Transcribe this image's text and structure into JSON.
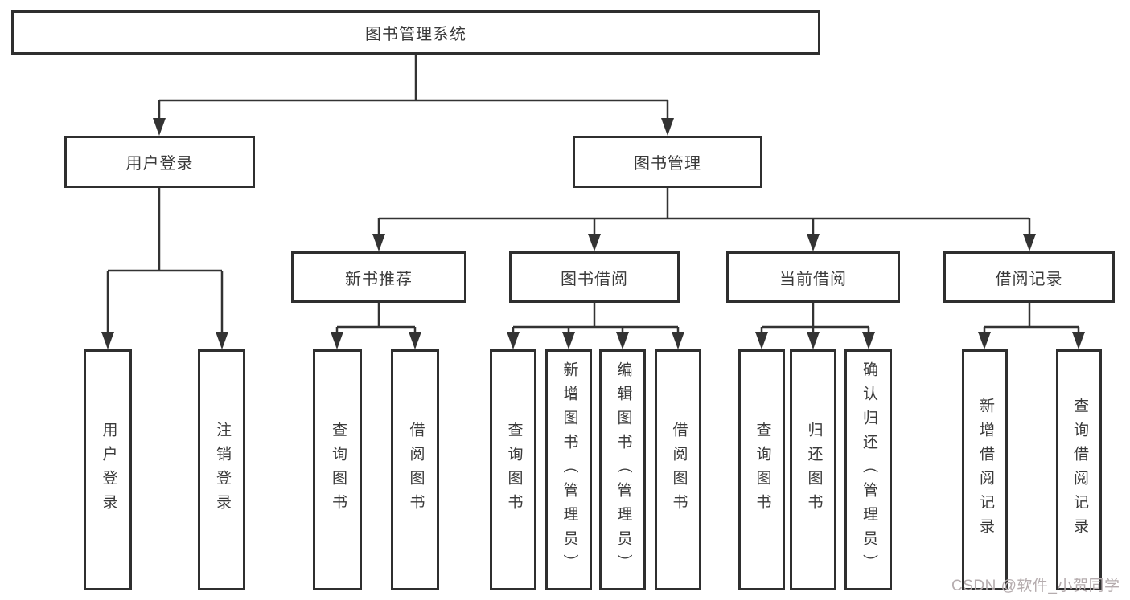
{
  "diagram": {
    "root": {
      "label": "图书管理系统"
    },
    "branches": [
      {
        "label": "用户登录",
        "children": [
          {
            "label": "用户登录"
          },
          {
            "label": "注销登录"
          }
        ]
      },
      {
        "label": "图书管理",
        "children": [
          {
            "label": "新书推荐",
            "children": [
              {
                "label": "查询图书"
              },
              {
                "label": "借阅图书"
              }
            ]
          },
          {
            "label": "图书借阅",
            "children": [
              {
                "label": "查询图书"
              },
              {
                "label": "新增图书（管理员）"
              },
              {
                "label": "编辑图书（管理员）"
              },
              {
                "label": "借阅图书"
              }
            ]
          },
          {
            "label": "当前借阅",
            "children": [
              {
                "label": "查询图书"
              },
              {
                "label": "归还图书"
              },
              {
                "label": "确认归还（管理员）"
              }
            ]
          },
          {
            "label": "借阅记录",
            "children": [
              {
                "label": "新增借阅记录"
              },
              {
                "label": "查询借阅记录"
              }
            ]
          }
        ]
      }
    ]
  },
  "watermark": {
    "text": "CSDN @软件_小贺同学"
  },
  "colors": {
    "line": "#333333",
    "box_border": "#2f2f2f",
    "text": "#3a3a3a",
    "background": "#ffffff",
    "watermark": "#b5acae"
  }
}
